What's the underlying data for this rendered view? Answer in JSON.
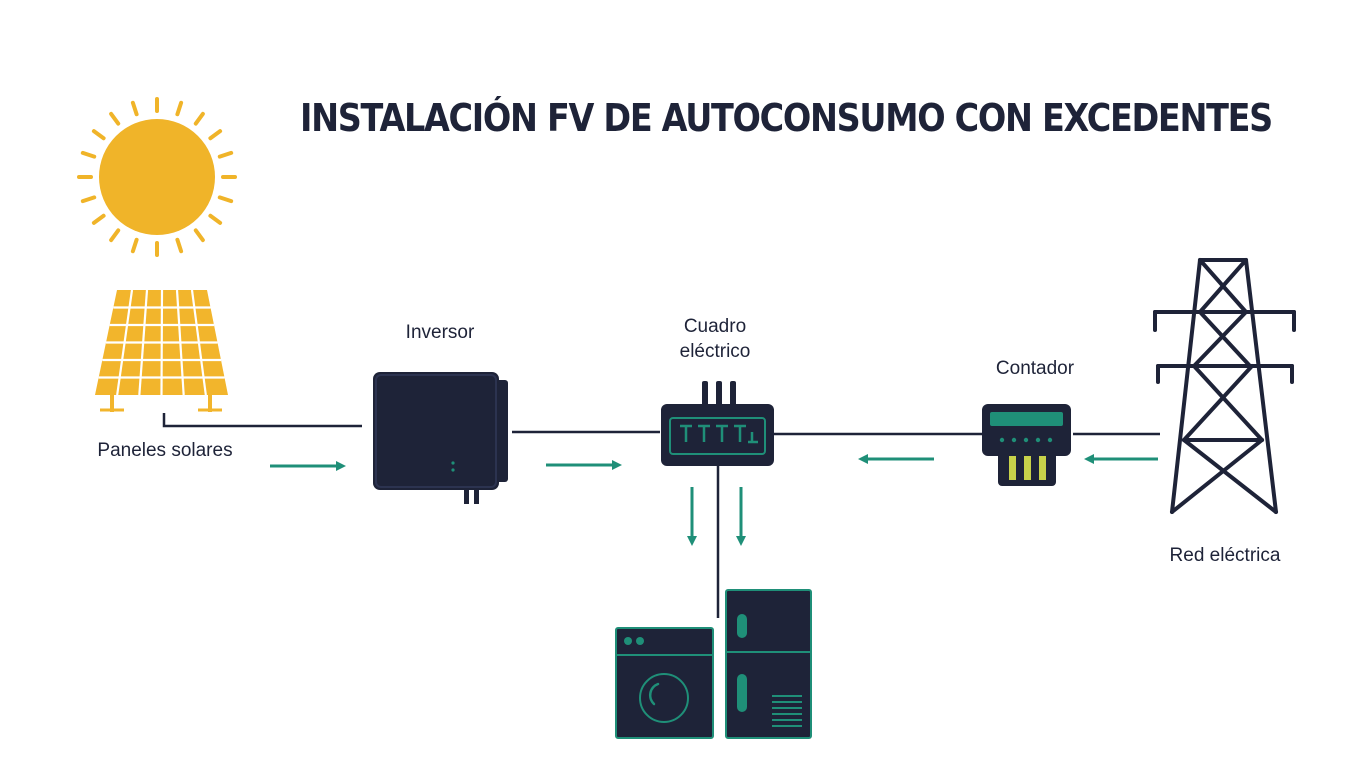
{
  "title": "INSTALACIÓN FV DE AUTOCONSUMO CON EXCEDENTES",
  "labels": {
    "panels": "Paneles solares",
    "inverter": "Inversor",
    "panel_box_line1": "Cuadro",
    "panel_box_line2": "eléctrico",
    "meter": "Contador",
    "grid": "Red eléctrica"
  },
  "icons": [
    "sun-icon",
    "solar-panel-icon",
    "inverter-icon",
    "electrical-panel-icon",
    "meter-icon",
    "power-tower-icon",
    "washing-machine-icon",
    "fridge-icon"
  ],
  "colors": {
    "text": "#1e2338",
    "device": "#1e2338",
    "accent": "#1f8f78",
    "sun": "#f0b429",
    "panel": "#f2b52c"
  }
}
